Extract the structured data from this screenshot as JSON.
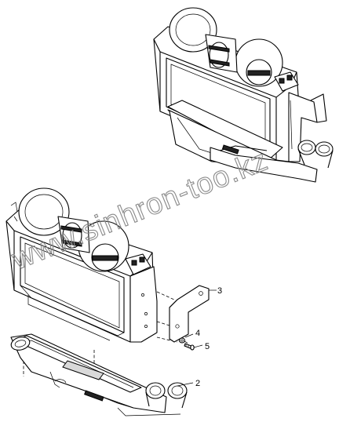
{
  "watermark": "www.sinhron-too.kz",
  "callouts": [
    {
      "id": "3",
      "label": "3"
    },
    {
      "id": "4",
      "label": "4"
    },
    {
      "id": "5",
      "label": "5"
    },
    {
      "id": "2",
      "label": "2"
    }
  ],
  "colors": {
    "line": "#000000",
    "background": "#ffffff",
    "watermark": "#8a8a8a"
  }
}
